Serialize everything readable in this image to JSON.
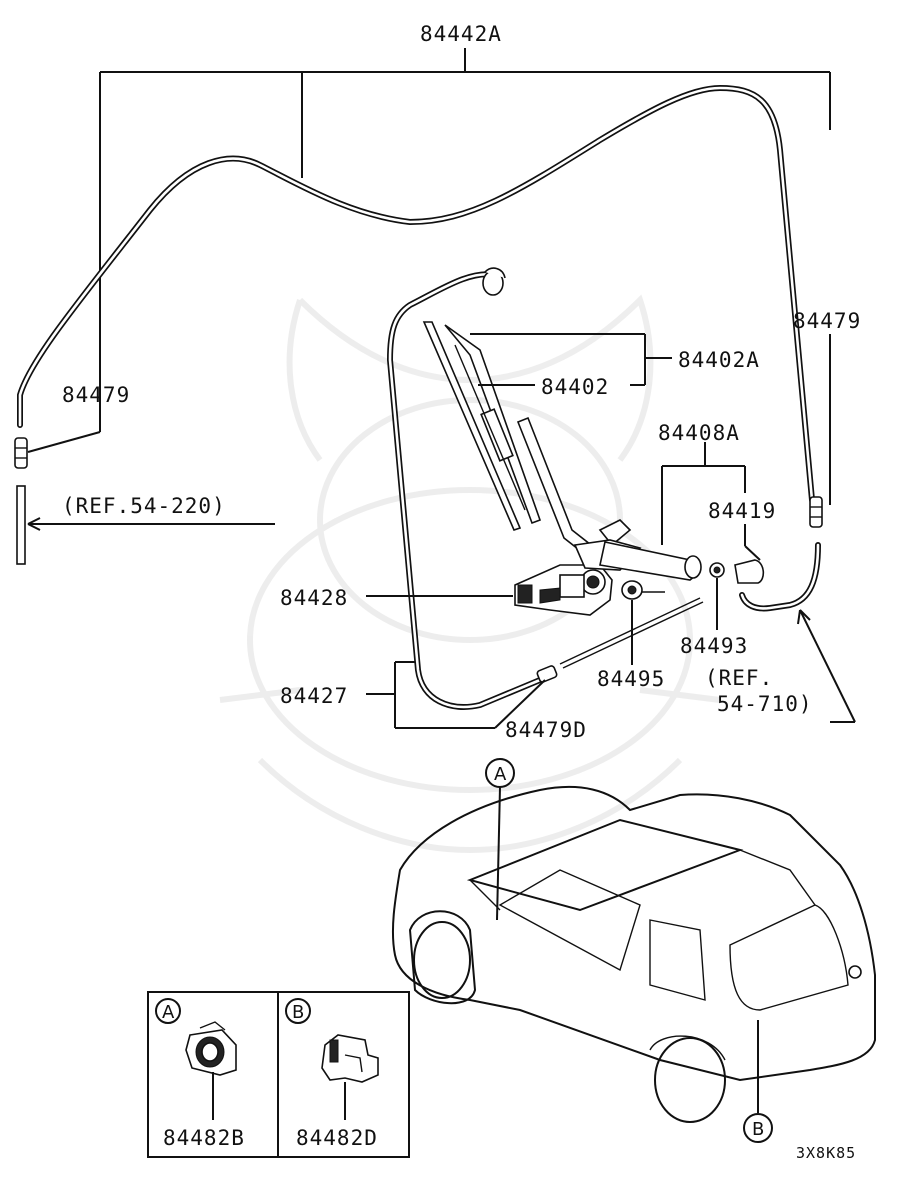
{
  "diagram": {
    "parts": {
      "hose_assembly": "84442A",
      "hose_left": "84479",
      "hose_right": "84479",
      "wiper_arm_assembly": "84402A",
      "wiper_arm": "84402",
      "wiper_motor_assembly": "84408A",
      "cap": "84419",
      "motor": "84428",
      "nut": "84493",
      "bushing": "84495",
      "hose_lower": "84427",
      "connector": "84479D"
    },
    "references": {
      "ref_left": "(REF.54-220)",
      "ref_right_line1": "(REF.",
      "ref_right_line2": "54-710)"
    },
    "callouts": {
      "marker_a": "A",
      "marker_b": "B"
    },
    "detail_box": {
      "panel_a_marker": "A",
      "panel_a_part": "84482B",
      "panel_b_marker": "B",
      "panel_b_part": "84482D"
    },
    "diagram_code": "3X8K85"
  }
}
